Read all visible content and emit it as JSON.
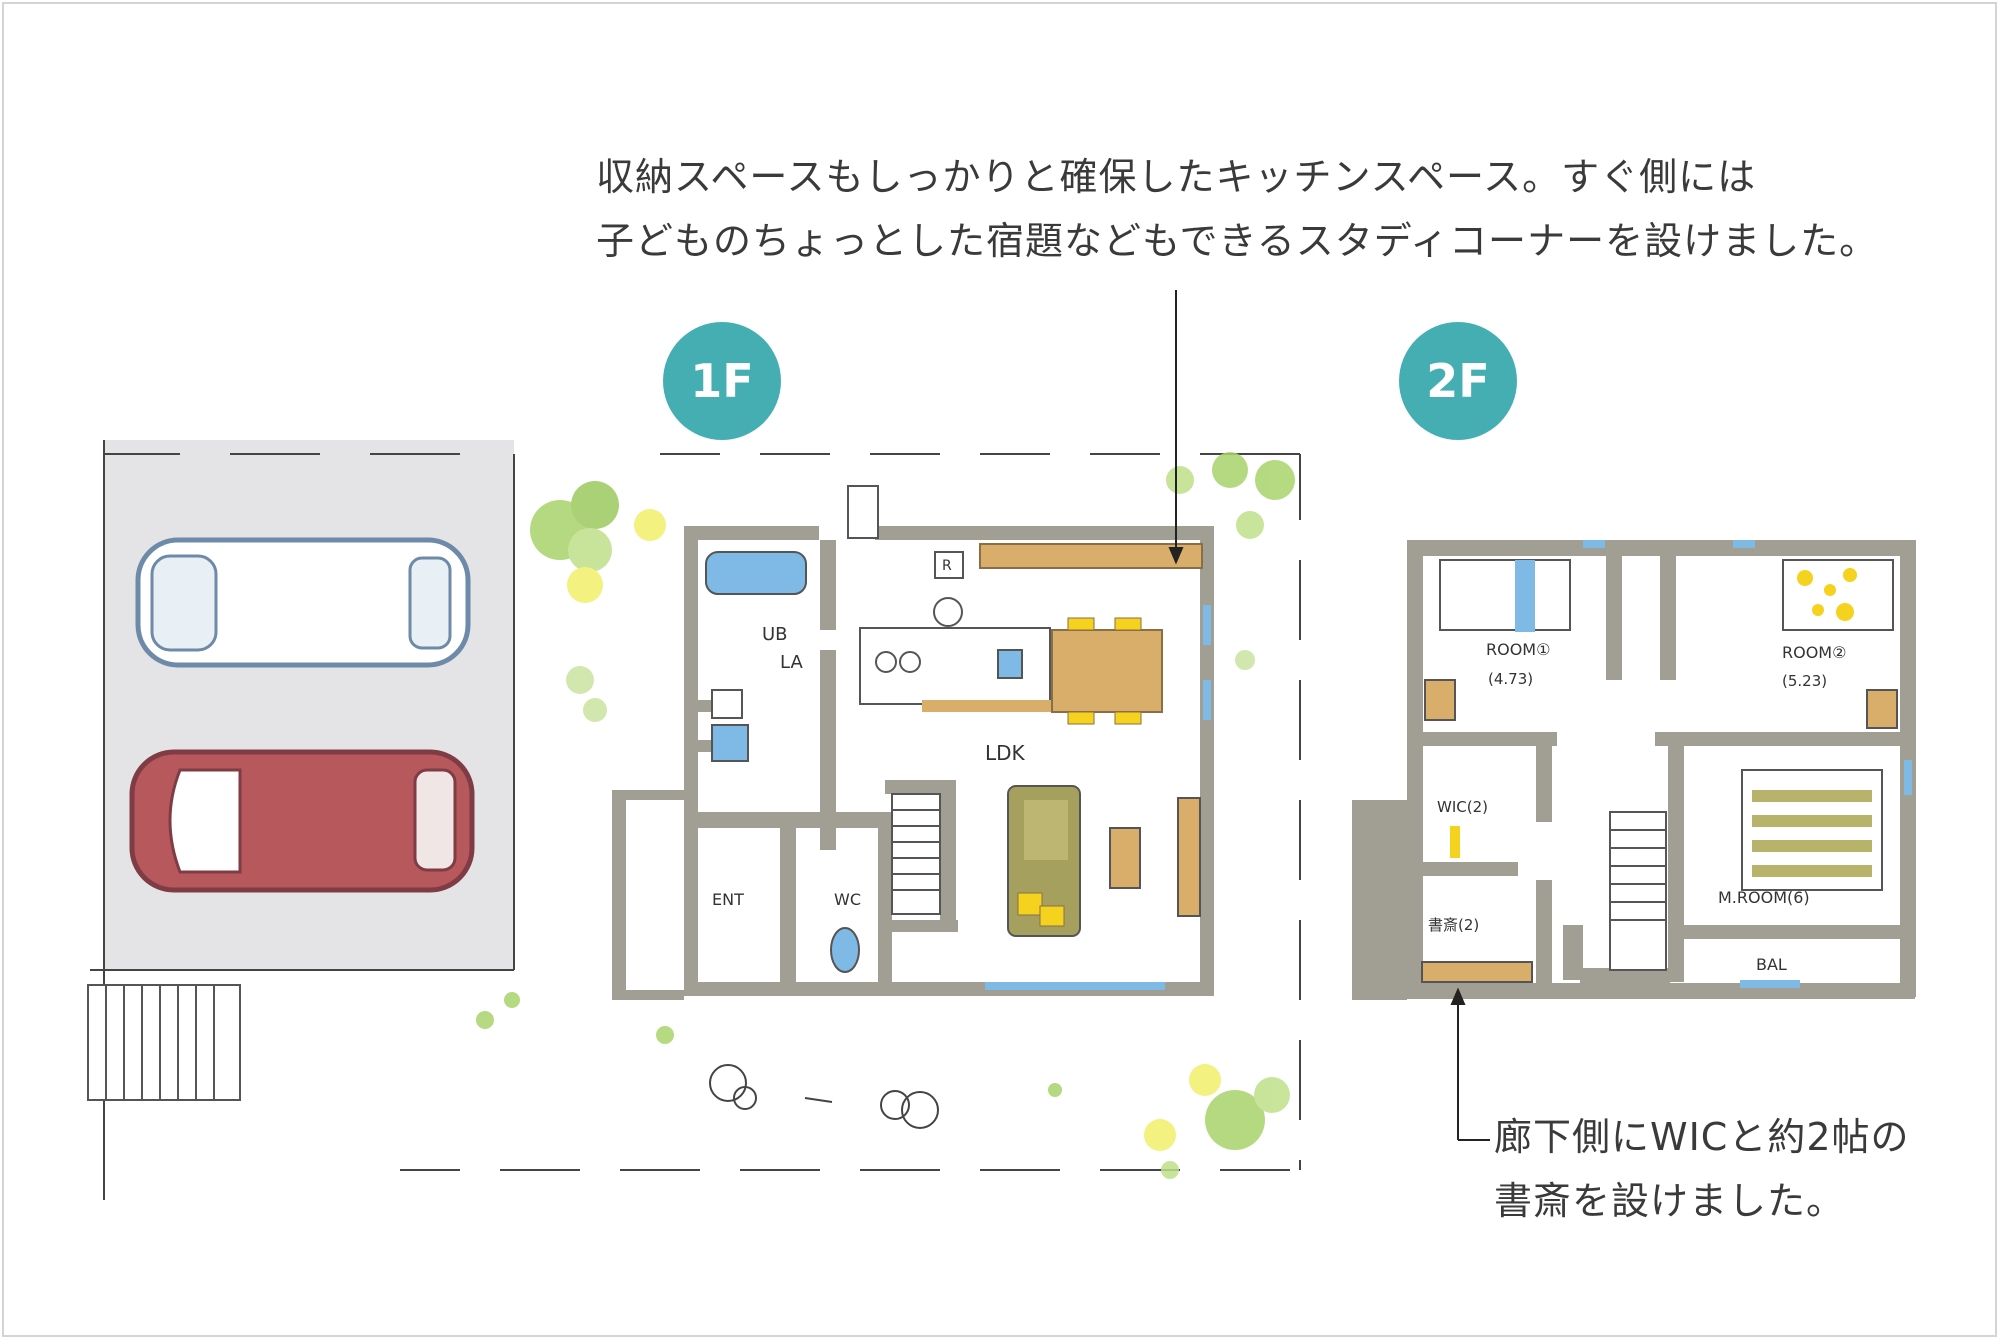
{
  "captions": {
    "top": [
      "収納スペースもしっかりと確保したキッチンスペース。すぐ側には",
      "子どものちょっとした宿題などもできるスタディコーナーを設けました。"
    ],
    "bottom": [
      "廊下側にWICと約2帖の",
      "書斎を設けました。"
    ]
  },
  "badges": {
    "f1": "1F",
    "f2": "2F"
  },
  "room_labels": {
    "ub": "UB",
    "la": "LA",
    "r": "R",
    "ldk": "LDK",
    "ent": "ENT",
    "wc": "WC",
    "room1": "ROOM①",
    "room1_size": "(4.73)",
    "room2": "ROOM②",
    "room2_size": "(5.23)",
    "wic": "WIC(2)",
    "study": "書斎(2)",
    "mroom": "M.ROOM(6)",
    "bal": "BAL"
  },
  "colors": {
    "badge": "#45aeb3",
    "wall": "#a19e94",
    "wood": "#d9ad6a",
    "car_red": "#b7585c",
    "blue": "#7fb9e6",
    "yellow": "#f5d21d",
    "sofa": "#a6a05e",
    "green": "#a9d36c"
  }
}
